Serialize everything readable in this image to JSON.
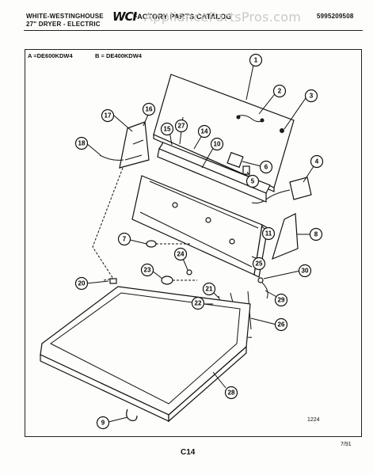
{
  "header": {
    "brand_line1": "WHITE-WESTINGHOUSE",
    "brand_line2": "27\" DRYER - ELECTRIC",
    "logo_text": "WCI",
    "catalog_text": "FACTORY PARTS CATALOG",
    "part_number": "5995209508",
    "watermark": "AppliancePartsPros.com"
  },
  "models": {
    "a": "A =DE600KDW4",
    "b": "B = DE400KDW4"
  },
  "callouts": [
    "1",
    "2",
    "3",
    "4",
    "5",
    "6",
    "7",
    "8",
    "9",
    "10",
    "11",
    "14",
    "15",
    "16",
    "17",
    "18",
    "20",
    "21",
    "22",
    "23",
    "24",
    "25",
    "26",
    "27",
    "28",
    "29",
    "30"
  ],
  "footer": {
    "drawing_code": "1224",
    "page": "C14",
    "date": "7/91"
  },
  "colors": {
    "ink": "#111111",
    "paper": "#fdfdfb",
    "watermark": "#c9c9c9"
  }
}
